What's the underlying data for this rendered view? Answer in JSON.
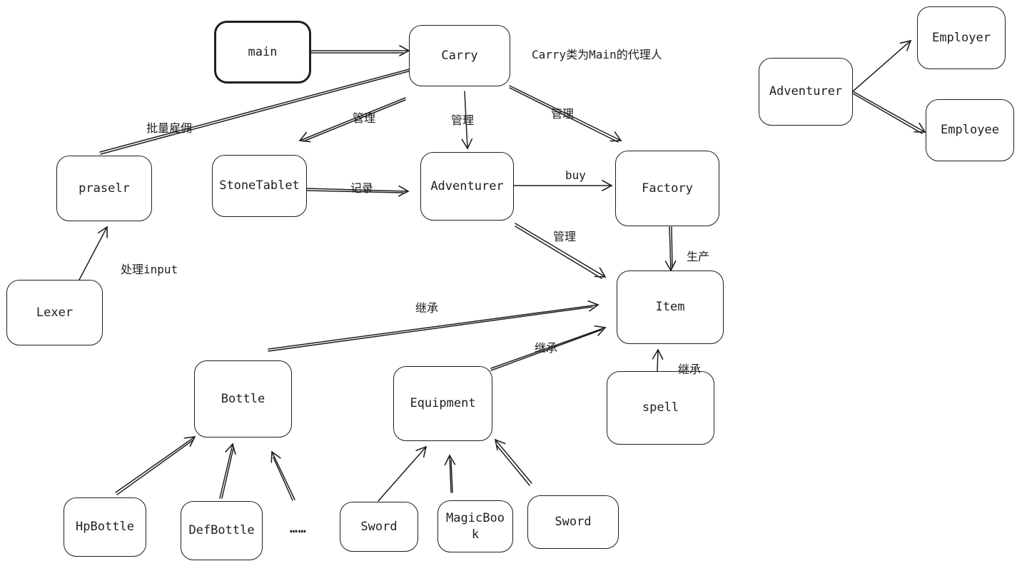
{
  "nodes": {
    "main": "main",
    "carry": "Carry",
    "praselr": "praselr",
    "lexer": "Lexer",
    "stone_tablet": "StoneTablet",
    "adventurer": "Adventurer",
    "factory": "Factory",
    "item": "Item",
    "bottle": "Bottle",
    "equipment": "Equipment",
    "spell": "spell",
    "hp_bottle": "HpBottle",
    "def_bottle": "DefBottle",
    "sword_1": "Sword",
    "magic_book": "MagicBook",
    "sword_2": "Sword",
    "adventurer_right": "Adventurer",
    "employer": "Employer",
    "employee": "Employee"
  },
  "labels": {
    "carry_note": "Carry类为Main的代理人",
    "batch_hire": "批量雇佣",
    "manage_stone": "管理",
    "manage_adv": "管理",
    "manage_factory": "管理",
    "record": "记录",
    "buy": "buy",
    "manage_item": "管理",
    "produce": "生产",
    "process_input": "处理input",
    "inherit_bottle": "继承",
    "inherit_equipment": "继承",
    "inherit_spell": "继承",
    "ellipsis": "……"
  },
  "colors": {
    "stroke": "#1e1e1e",
    "background": "#ffffff"
  }
}
